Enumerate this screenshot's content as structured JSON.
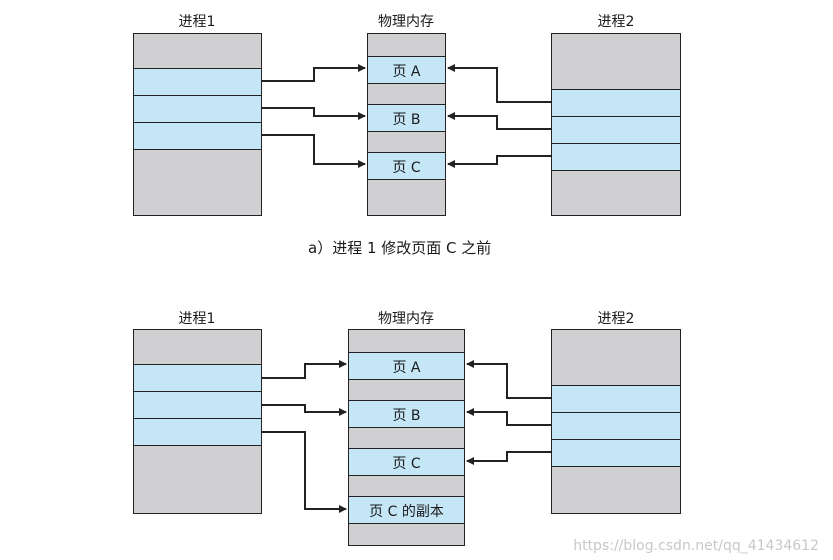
{
  "diagram_a": {
    "process1_label": "进程1",
    "memory_label": "物理内存",
    "process2_label": "进程2",
    "pages": [
      "页 A",
      "页 B",
      "页 C"
    ],
    "caption": "a）进程 1 修改页面 C 之前"
  },
  "diagram_b": {
    "process1_label": "进程1",
    "memory_label": "物理内存",
    "process2_label": "进程2",
    "pages": [
      "页 A",
      "页 B",
      "页 C",
      "页 C 的副本"
    ]
  },
  "watermark": "https://blog.csdn.net/qq_41434612",
  "colors": {
    "page_fill": "#c4e6f7",
    "empty_fill": "#d0d0d2",
    "outline": "#222222"
  }
}
